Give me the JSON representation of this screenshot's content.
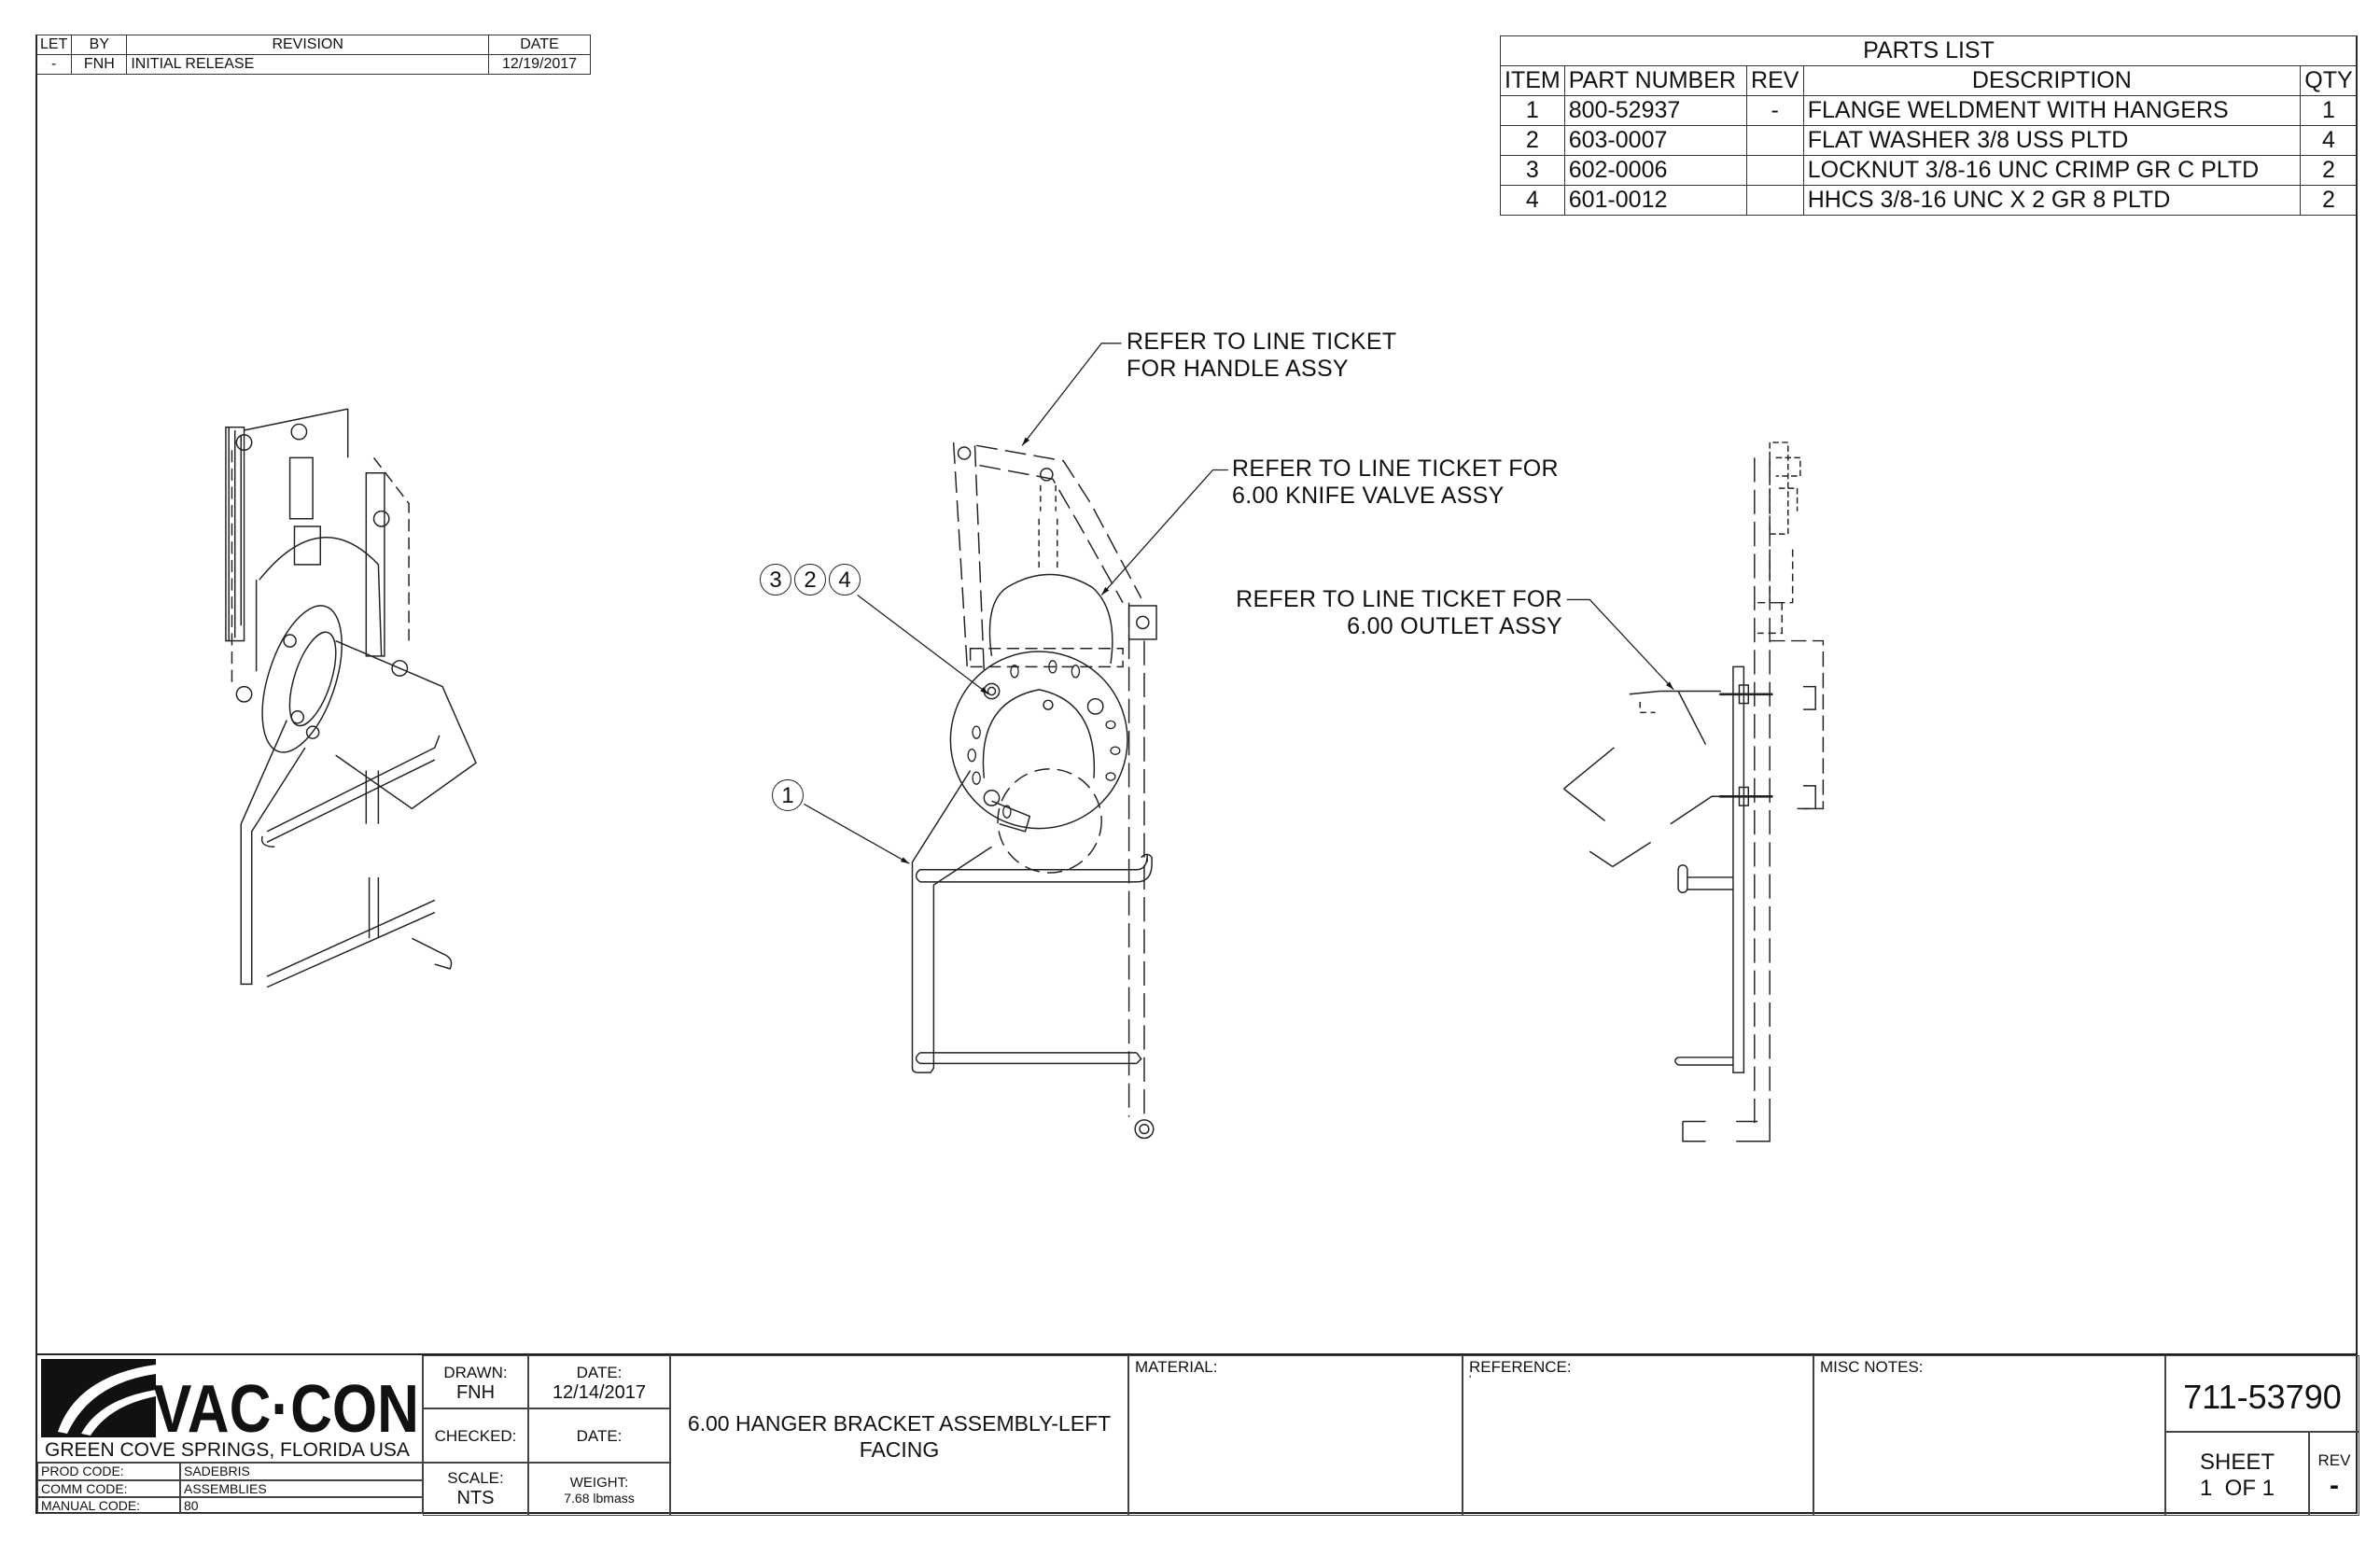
{
  "revision_table": {
    "headers": [
      "LET",
      "BY",
      "REVISION",
      "DATE"
    ],
    "rows": [
      [
        "-",
        "FNH",
        "INITIAL RELEASE",
        "12/19/2017"
      ]
    ]
  },
  "parts_list": {
    "title": "PARTS LIST",
    "headers": [
      "ITEM",
      "PART NUMBER",
      "REV",
      "DESCRIPTION",
      "QTY"
    ],
    "rows": [
      [
        "1",
        "800-52937",
        "-",
        "FLANGE WELDMENT WITH HANGERS",
        "1"
      ],
      [
        "2",
        "603-0007",
        "",
        "FLAT WASHER 3/8 USS PLTD",
        "4"
      ],
      [
        "3",
        "602-0006",
        "",
        "LOCKNUT 3/8-16 UNC CRIMP GR C PLTD",
        "2"
      ],
      [
        "4",
        "601-0012",
        "",
        "HHCS 3/8-16 UNC X 2 GR 8 PLTD",
        "2"
      ]
    ]
  },
  "notes": {
    "handle": [
      "REFER TO LINE TICKET",
      "FOR HANDLE ASSY"
    ],
    "knife_valve": [
      "REFER TO LINE TICKET FOR",
      "6.00 KNIFE VALVE ASSY"
    ],
    "outlet": [
      "REFER TO LINE TICKET FOR",
      "6.00 OUTLET ASSY"
    ]
  },
  "balloons": [
    "3",
    "2",
    "4",
    "1"
  ],
  "title_block": {
    "logo_text": "VAC·CON",
    "company_location": "GREEN COVE SPRINGS, FLORIDA USA",
    "prod_code_label": "PROD CODE:",
    "prod_code": "SADEBRIS",
    "comm_code_label": "COMM CODE:",
    "comm_code": "ASSEMBLIES",
    "manual_code_label": "MANUAL CODE:",
    "manual_code": "80",
    "drawn_label": "DRAWN:",
    "drawn_by": "FNH",
    "date_label": "DATE:",
    "drawn_date": "12/14/2017",
    "checked_label": "CHECKED:",
    "checked_date_label": "DATE:",
    "scale_label": "SCALE:",
    "scale": "NTS",
    "weight_label": "WEIGHT:",
    "weight": "7.68 lbmass",
    "title": "6.00 HANGER BRACKET ASSEMBLY-LEFT FACING",
    "material_label": "MATERIAL:",
    "reference_label": "REFERENCE:",
    "reference_value": "'",
    "misc_notes_label": "MISC NOTES:",
    "drawing_number": "711-53790",
    "sheet_label": "SHEET",
    "sheet": "1  OF 1",
    "rev_label": "REV",
    "rev": "-"
  }
}
